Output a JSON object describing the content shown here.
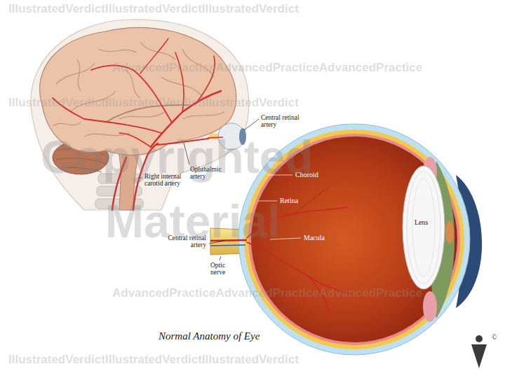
{
  "diagram": {
    "caption": "Normal Anatomy of Eye",
    "labels": [
      "Central retinal artery",
      "Ophthalmic artery",
      "Right internal carotid artery",
      "Choroid",
      "Retina",
      "Macula",
      "Lens",
      "Central retinal artery",
      "Optic nerve",
      "©",
      "Copyrighted",
      "Material",
      "IllustratedVerdictIllustratedVerdictIllustratedVerdict",
      "AdvancedPracticeAdvancedPracticeAdvancedPractice",
      "IllustratedVerdictIllustratedVerdictIllustratedVerdict",
      "AdvancedPracticeAdvancedPracticeAdvancedPractice",
      "IllustratedVerdictIllustratedVerdictIllustratedVerdict"
    ]
  }
}
